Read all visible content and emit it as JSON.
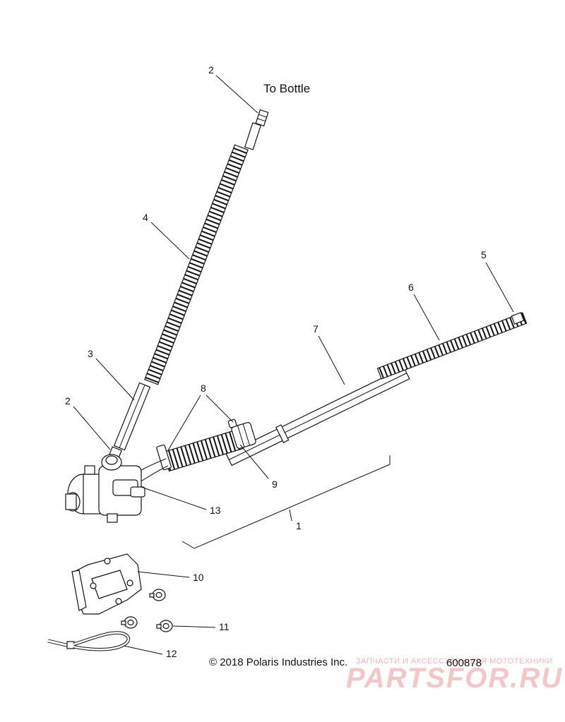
{
  "diagram": {
    "bottle_label": "To Bottle",
    "callouts": {
      "c1": "1",
      "c2_top": "2",
      "c2_bottom": "2",
      "c3": "3",
      "c4": "4",
      "c5": "5",
      "c6": "6",
      "c7": "7",
      "c8": "8",
      "c9": "9",
      "c10": "10",
      "c11": "11",
      "c12": "12",
      "c13": "13"
    },
    "copyright": "© 2018 Polaris Industries Inc.",
    "figure_number": "600878"
  },
  "watermark": {
    "tagline": "ЗАПЧАСТИ И АКСЕССУАРЫ ДЛЯ МОТОТЕХНИКИ",
    "brand": "PARTSFOR.RU"
  }
}
